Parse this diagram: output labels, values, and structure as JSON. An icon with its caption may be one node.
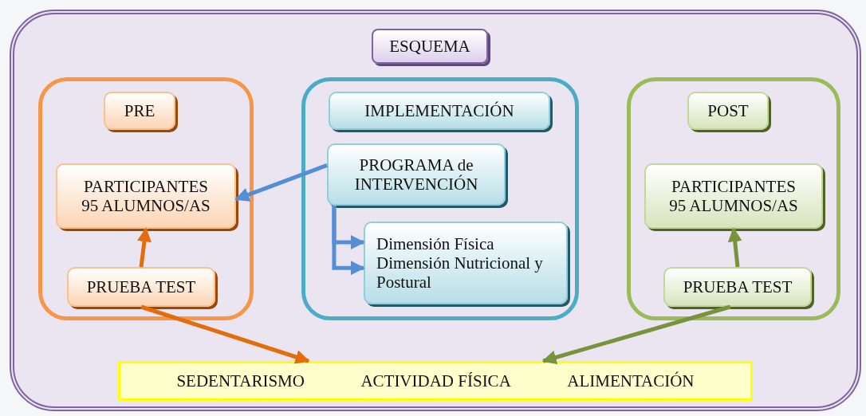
{
  "diagram": {
    "nodes": [
      {
        "text": [],
        "shape": "box"
      },
      {
        "text": [
          "ESQUEMA"
        ],
        "in": 0
      },
      {
        "text": [],
        "shape": "box",
        "in": 0
      },
      {
        "text": [
          "PRE"
        ],
        "in": 2
      },
      {
        "text": [
          "PARTICIPANTES 95 ALUMNOS/AS"
        ],
        "in": 2
      },
      {
        "text": [
          "PRUEBA TEST"
        ],
        "in": 2
      },
      {
        "text": [],
        "shape": "box",
        "in": 0
      },
      {
        "text": [
          "IMPLEMENTACIÓN"
        ],
        "in": 6
      },
      {
        "text": [
          "PROGRAMA de INTERVENCIÓN"
        ],
        "in": 6
      },
      {
        "text": [
          "Dimensión Física",
          "Dimensión Nutricional y Postural"
        ],
        "in": 6
      },
      {
        "text": [],
        "shape": "box",
        "in": 0
      },
      {
        "text": [
          "POST"
        ],
        "in": 10
      },
      {
        "text": [
          "PARTICIPANTES 95 ALUMNOS/AS"
        ],
        "in": 10
      },
      {
        "text": [
          "PRUEBA TEST"
        ],
        "in": 10
      },
      {
        "text": [
          "SEDENTARISMO",
          "ACTIVIDAD FÍSICA",
          "ALIMENTACIÓN"
        ],
        "in": 0
      }
    ],
    "edges": [
      {
        "from": 5,
        "to": 4,
        "arrow": "to",
        "color": "#e46c0a"
      },
      {
        "from": 8,
        "to": 4,
        "arrow": "to",
        "color": "#558ed5"
      },
      {
        "from": 8,
        "to": 9,
        "arrow": "to",
        "color": "#558ed5"
      },
      {
        "from": 8,
        "to": 9,
        "arrow": "to",
        "color": "#558ed5"
      },
      {
        "from": 5,
        "to": 14,
        "arrow": "to",
        "color": "#e46c0a"
      },
      {
        "from": 13,
        "to": 12,
        "arrow": "to",
        "color": "#77933c"
      },
      {
        "from": 13,
        "to": 14,
        "arrow": "to",
        "color": "#77933c"
      }
    ]
  }
}
